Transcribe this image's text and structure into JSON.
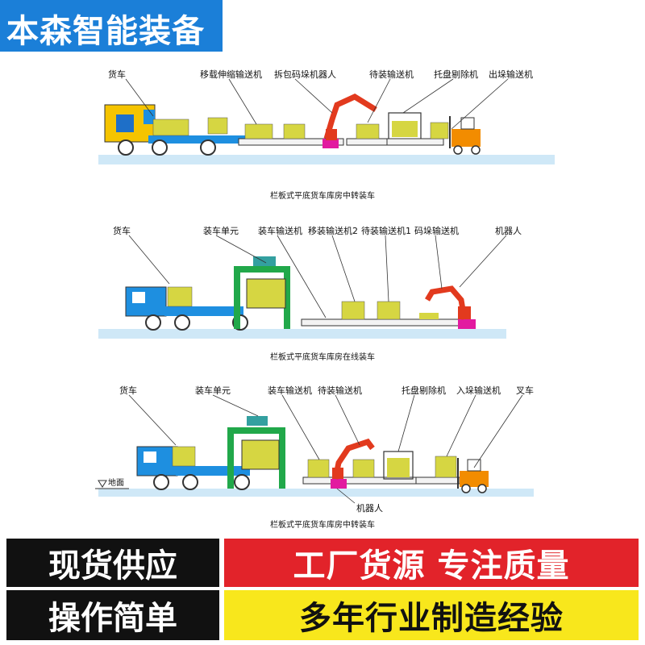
{
  "brand": {
    "title": "本森智能装备"
  },
  "diagrams": [
    {
      "caption": "栏板式平底货车库房中转装车",
      "labels": [
        "货车",
        "移载伸缩输送机",
        "拆包码垛机器人",
        "待装输送机",
        "托盘剔除机",
        "出垛输送机"
      ]
    },
    {
      "caption": "栏板式平底货车库房在线装车",
      "labels": [
        "货车",
        "装车单元",
        "装车输送机",
        "移装输送机2",
        "待装输送机1",
        "码垛输送机",
        "机器人"
      ]
    },
    {
      "caption": "栏板式平底货车库房中转装车",
      "labels": [
        "货车",
        "装车单元",
        "装车输送机",
        "待装输送机",
        "托盘剔除机",
        "入垛输送机",
        "叉车",
        "机器人",
        "地面"
      ]
    }
  ],
  "banners": {
    "left_top": "现货供应",
    "left_bottom": "操作简单",
    "right_top": "工厂货源 专注质量",
    "right_bottom": "多年行业制造经验"
  },
  "colors": {
    "brand_blue": "#1b7fd8",
    "truck_yellow": "#f5c400",
    "truck_blue": "#1e8fe0",
    "cargo_yellow": "#d6d642",
    "robot_red": "#e23a1e",
    "frame_green": "#21a84a",
    "forklift_orange": "#f28c00",
    "floor_blue": "#cfe8f7",
    "banner_black": "#111111",
    "banner_red": "#e2232a",
    "banner_yellow": "#f8e71c"
  }
}
